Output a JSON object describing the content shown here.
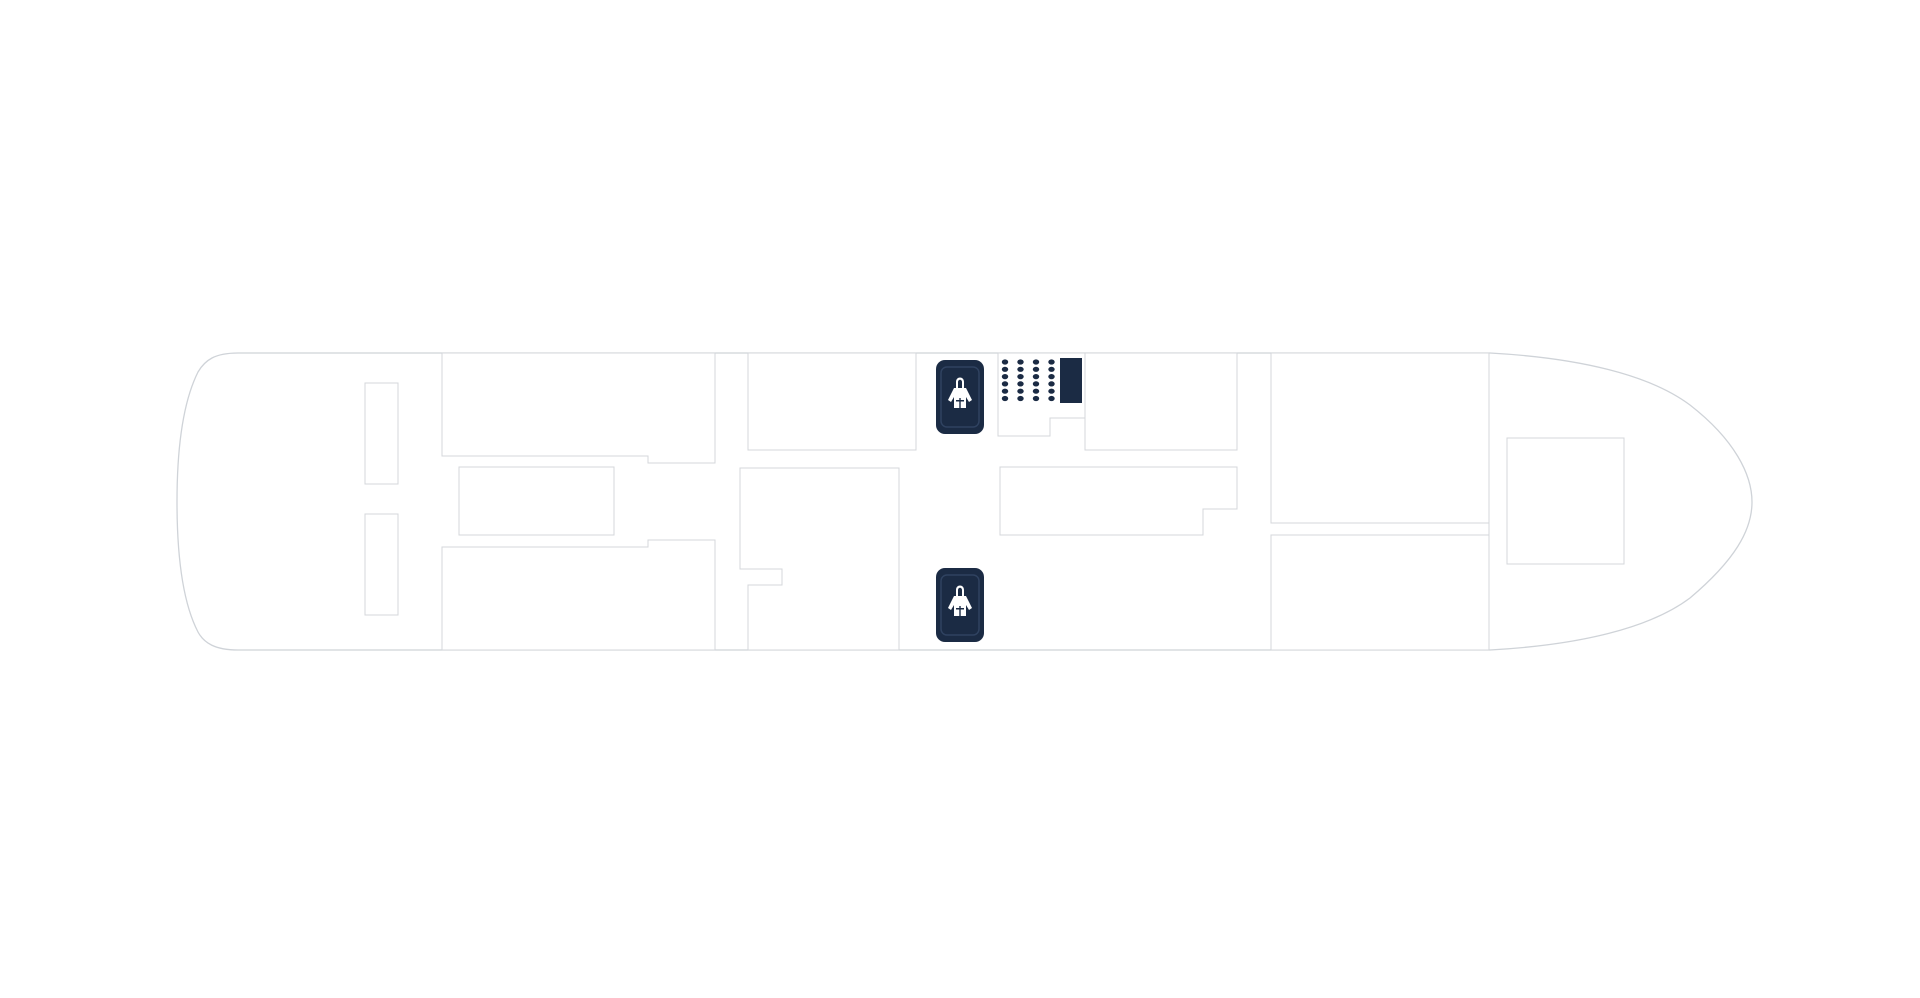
{
  "deck": {
    "rooms": [
      {
        "id": "aft-port-cabin"
      },
      {
        "id": "aft-center-lounge"
      },
      {
        "id": "aft-starboard-cabin"
      },
      {
        "id": "aft-slot-upper"
      },
      {
        "id": "aft-slot-lower"
      },
      {
        "id": "mid-port-cabin"
      },
      {
        "id": "mid-center-room"
      },
      {
        "id": "center-port-cabin"
      },
      {
        "id": "center-hall"
      },
      {
        "id": "seating-area"
      },
      {
        "id": "fwd-port-cabin"
      },
      {
        "id": "fwd-starboard-cabin"
      },
      {
        "id": "bow-room"
      }
    ],
    "markers": [
      {
        "icon": "life-jacket-icon",
        "side": "port"
      },
      {
        "icon": "life-jacket-icon",
        "side": "starboard"
      }
    ],
    "seating": {
      "rows": 6,
      "columns": 4,
      "color": "#1b2b44"
    }
  },
  "colors": {
    "background": "#ffffff",
    "outline": "#d4d7db",
    "accent": "#1b2b44"
  }
}
